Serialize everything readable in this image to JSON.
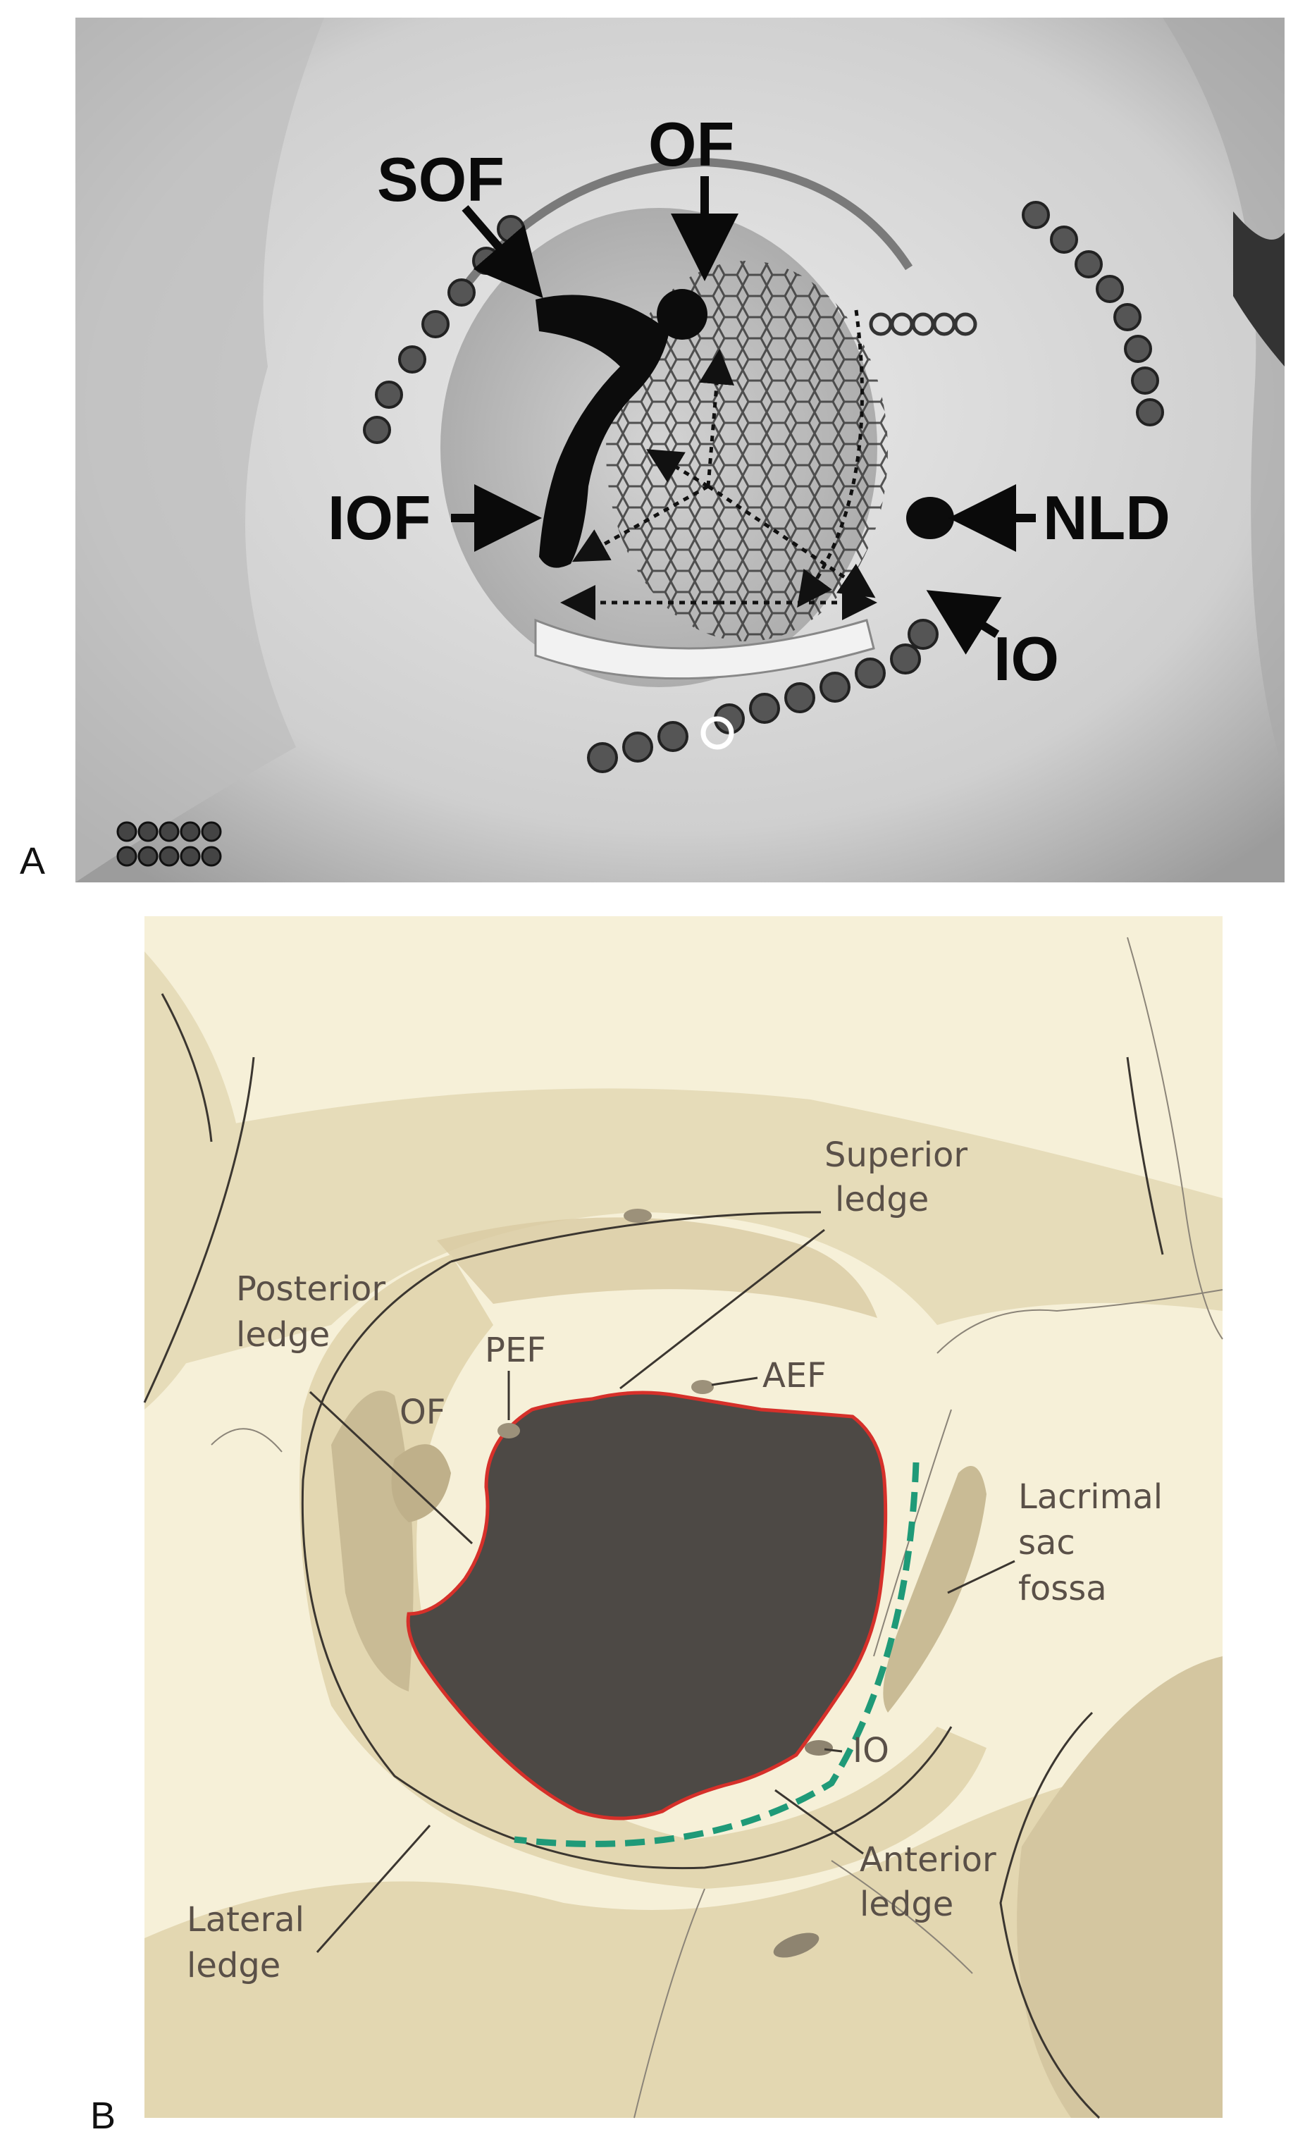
{
  "panel_a": {
    "letter": "A",
    "labels": {
      "sof": "SOF",
      "of": "OF",
      "iof": "IOF",
      "nld": "NLD",
      "io": "IO"
    }
  },
  "panel_b": {
    "letter": "B",
    "labels": {
      "superior_ledge_1": "Superior",
      "superior_ledge_2": "ledge",
      "posterior_ledge_1": "Posterior",
      "posterior_ledge_2": "ledge",
      "pef": "PEF",
      "aef": "AEF",
      "of": "OF",
      "lacrimal_1": "Lacrimal",
      "lacrimal_2": "sac",
      "lacrimal_3": "fossa",
      "io": "IO",
      "anterior_ledge_1": "Anterior",
      "anterior_ledge_2": "ledge",
      "lateral_ledge_1": "Lateral",
      "lateral_ledge_2": "ledge"
    }
  },
  "colors": {
    "defect_fill": "#4d4945",
    "defect_outline": "#d6302a",
    "dashed_margin": "#1f9a78",
    "bone_light": "#f6f0d8",
    "bone_mid": "#e4d9b6",
    "bone_dark": "#c9bb95"
  }
}
